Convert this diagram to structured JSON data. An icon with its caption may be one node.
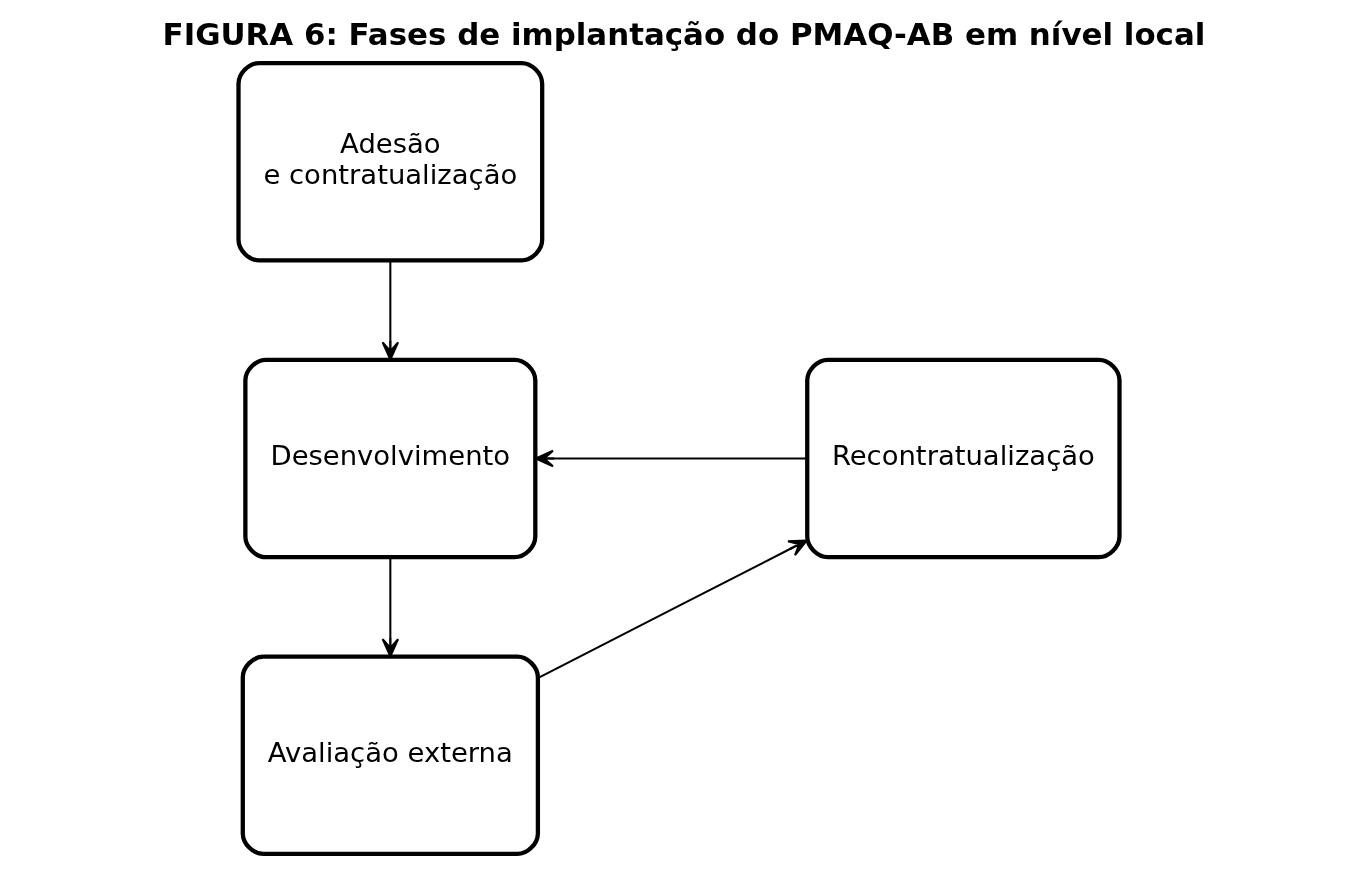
{
  "diagram": {
    "title": "FIGURA 6: Fases de implantação do PMAQ-AB em nível local",
    "nodes": [
      {
        "text": [
          "Adesão e contratualização"
        ]
      },
      {
        "text": [
          "Desenvolvimento"
        ]
      },
      {
        "text": [
          "Avaliação externa"
        ]
      },
      {
        "text": [
          "Recontratualização"
        ]
      }
    ],
    "edges": [
      {
        "from": 0,
        "to": 1,
        "arrow": "to"
      },
      {
        "from": 1,
        "to": 2,
        "arrow": "to"
      },
      {
        "from": 2,
        "to": 3,
        "arrow": "to"
      },
      {
        "from": 3,
        "to": 1,
        "arrow": "to"
      }
    ]
  }
}
